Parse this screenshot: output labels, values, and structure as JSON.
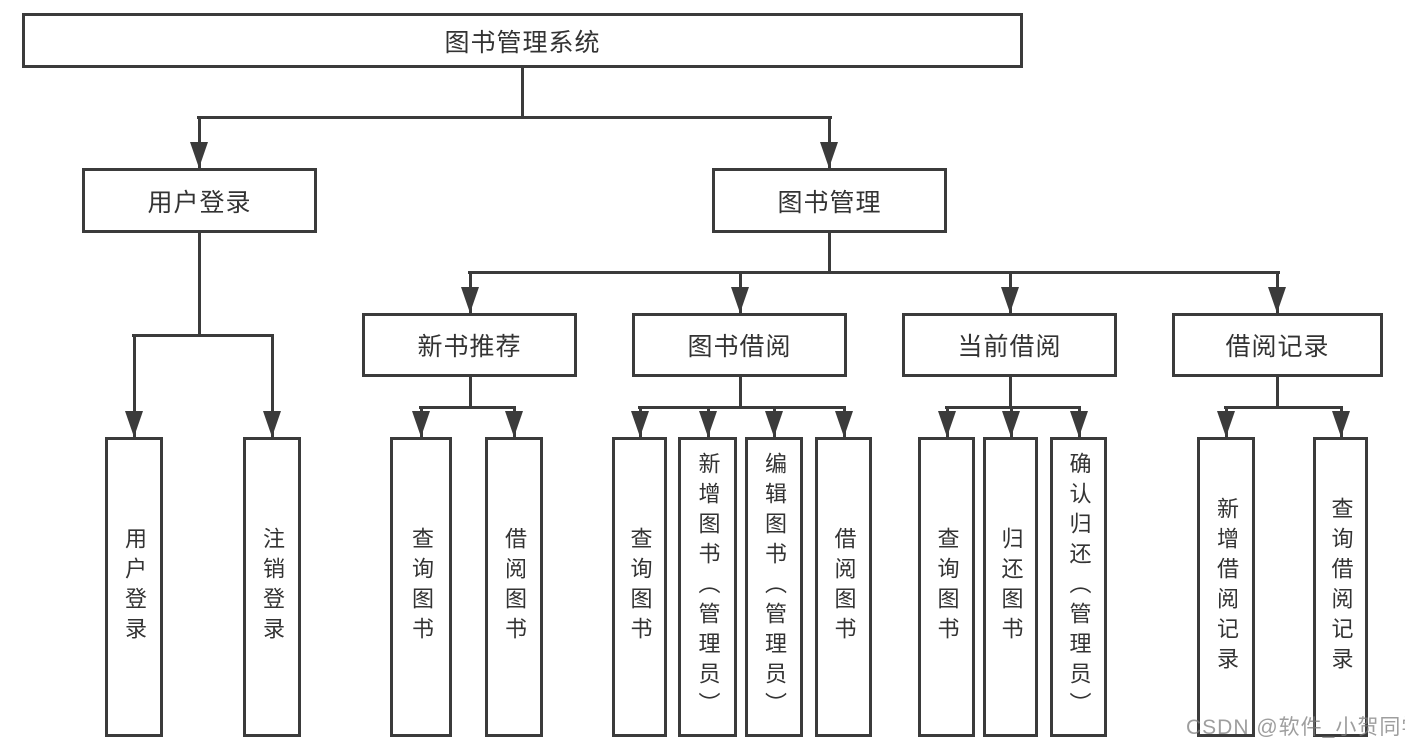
{
  "tree": {
    "root": {
      "label": "图书管理系统",
      "children": [
        {
          "label": "用户登录",
          "children": [
            {
              "label": "用户登录"
            },
            {
              "label": "注销登录"
            }
          ]
        },
        {
          "label": "图书管理",
          "children": [
            {
              "label": "新书推荐",
              "children": [
                {
                  "label": "查询图书"
                },
                {
                  "label": "借阅图书"
                }
              ]
            },
            {
              "label": "图书借阅",
              "children": [
                {
                  "label": "查询图书"
                },
                {
                  "label": "新增图书（管理员）"
                },
                {
                  "label": "编辑图书（管理员）"
                },
                {
                  "label": "借阅图书"
                }
              ]
            },
            {
              "label": "当前借阅",
              "children": [
                {
                  "label": "查询图书"
                },
                {
                  "label": "归还图书"
                },
                {
                  "label": "确认归还（管理员）"
                }
              ]
            },
            {
              "label": "借阅记录",
              "children": [
                {
                  "label": "新增借阅记录"
                },
                {
                  "label": "查询借阅记录"
                }
              ]
            }
          ]
        }
      ]
    }
  },
  "watermark": {
    "text": "CSDN @软件_小贺同学"
  },
  "colors": {
    "line": "#3b3b3b",
    "text": "#333333",
    "background": "#ffffff",
    "watermark": "#7d7d7d"
  }
}
